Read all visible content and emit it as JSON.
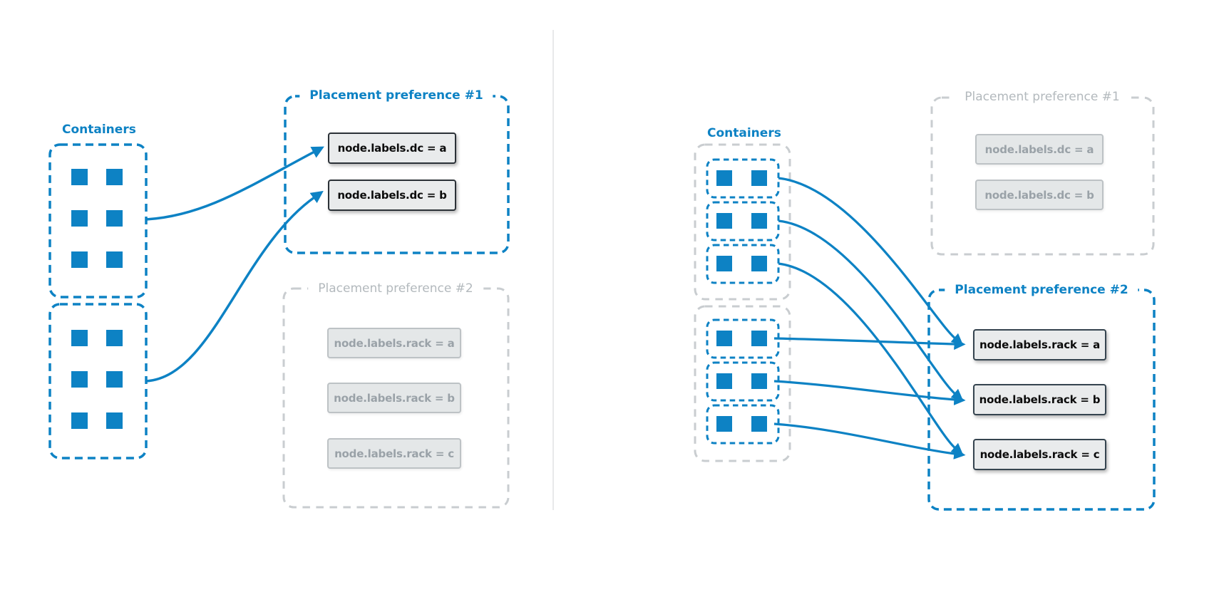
{
  "colors": {
    "blue": "#0d82c4",
    "gray_dash": "#c9cdd0",
    "inactive_title": "#b3b9bd",
    "inactive_text": "#9aa2a8",
    "active_node_fill": "#e9ebec",
    "active_node_border": "#2b3137",
    "inactive_node_fill": "#e4e7e8",
    "inactive_node_border": "#bdc2c5"
  },
  "left_diagram": {
    "containers_label": "Containers",
    "container_groups": [
      {
        "name": "container-group-1",
        "container_count": 6
      },
      {
        "name": "container-group-2",
        "container_count": 6
      }
    ],
    "preferences": [
      {
        "title": "Placement preference #1",
        "state": "active",
        "nodes": [
          "node.labels.dc = a",
          "node.labels.dc = b"
        ]
      },
      {
        "title": "Placement preference #2",
        "state": "inactive",
        "nodes": [
          "node.labels.rack = a",
          "node.labels.rack = b",
          "node.labels.rack = c"
        ]
      }
    ]
  },
  "right_diagram": {
    "containers_label": "Containers",
    "container_groups": [
      {
        "name": "container-group-1",
        "subgroups": [
          {
            "container_count": 2
          },
          {
            "container_count": 2
          },
          {
            "container_count": 2
          }
        ]
      },
      {
        "name": "container-group-2",
        "subgroups": [
          {
            "container_count": 2
          },
          {
            "container_count": 2
          },
          {
            "container_count": 2
          }
        ]
      }
    ],
    "preferences": [
      {
        "title": "Placement preference #1",
        "state": "inactive",
        "nodes": [
          "node.labels.dc = a",
          "node.labels.dc = b"
        ]
      },
      {
        "title": "Placement preference #2",
        "state": "active",
        "nodes": [
          "node.labels.rack = a",
          "node.labels.rack = b",
          "node.labels.rack = c"
        ]
      }
    ]
  }
}
